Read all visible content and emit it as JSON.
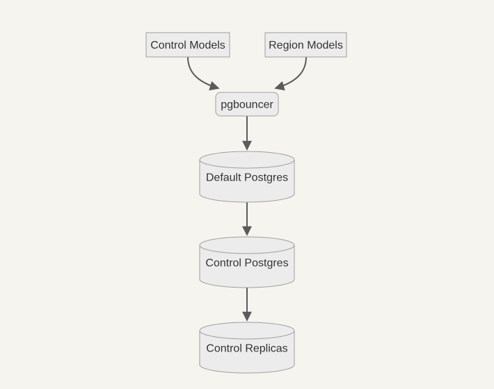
{
  "diagram": {
    "type": "flowchart",
    "direction": "top-down",
    "colors": {
      "background": "#f6f4ef",
      "node_fill": "#ececec",
      "node_border": "#9e9e9e",
      "edge": "#5b5b5b",
      "text": "#333333"
    },
    "nodes": [
      {
        "id": "control-models",
        "label": "Control Models",
        "shape": "rectangle"
      },
      {
        "id": "region-models",
        "label": "Region Models",
        "shape": "rectangle"
      },
      {
        "id": "pgbouncer",
        "label": "pgbouncer",
        "shape": "rounded-rectangle"
      },
      {
        "id": "default-postgres",
        "label": "Default Postgres",
        "shape": "cylinder"
      },
      {
        "id": "control-postgres",
        "label": "Control Postgres",
        "shape": "cylinder"
      },
      {
        "id": "control-replicas",
        "label": "Control Replicas",
        "shape": "cylinder"
      }
    ],
    "edges": [
      {
        "from": "Control Models",
        "to": "pgbouncer"
      },
      {
        "from": "Region Models",
        "to": "pgbouncer"
      },
      {
        "from": "pgbouncer",
        "to": "Default Postgres"
      },
      {
        "from": "Default Postgres",
        "to": "Control Postgres"
      },
      {
        "from": "Control Postgres",
        "to": "Control Replicas"
      }
    ]
  }
}
